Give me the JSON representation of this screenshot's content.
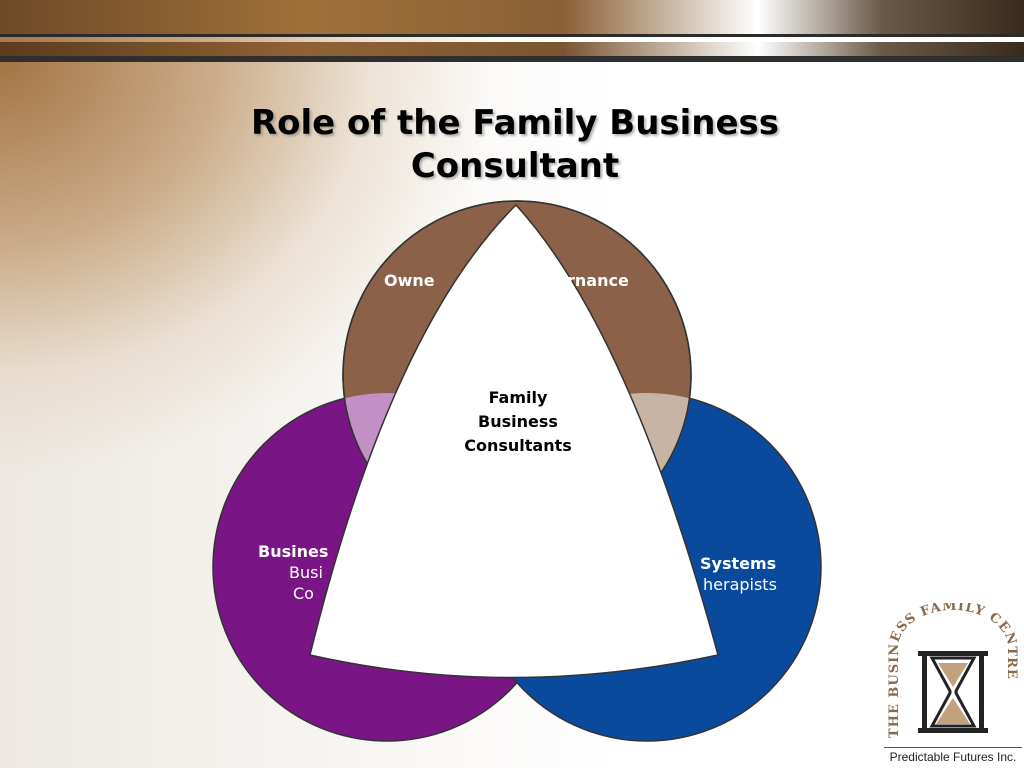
{
  "slide": {
    "title_line1": "Role of the Family Business",
    "title_line2": "Consultant"
  },
  "diagram": {
    "top_circle": {
      "label_left": "Owne",
      "label_right": "rnance",
      "color": "#8b6149"
    },
    "left_circle": {
      "label_line1": "Busines",
      "label_line2": "Busi",
      "label_line3": "Co",
      "color": "#7a1585"
    },
    "right_circle": {
      "label_line1": "Systems",
      "label_line2": "herapists",
      "color": "#0a4a9c"
    },
    "overlap_top_left_color": "#c290c5",
    "overlap_top_right_color": "#c8b4a5",
    "center": {
      "line1": "Family",
      "line2": "Business",
      "line3": "Consultants"
    }
  },
  "logo": {
    "arc_text": "THE BUSINESS FAMILY CENTRE",
    "caption": "Predictable Futures Inc."
  }
}
